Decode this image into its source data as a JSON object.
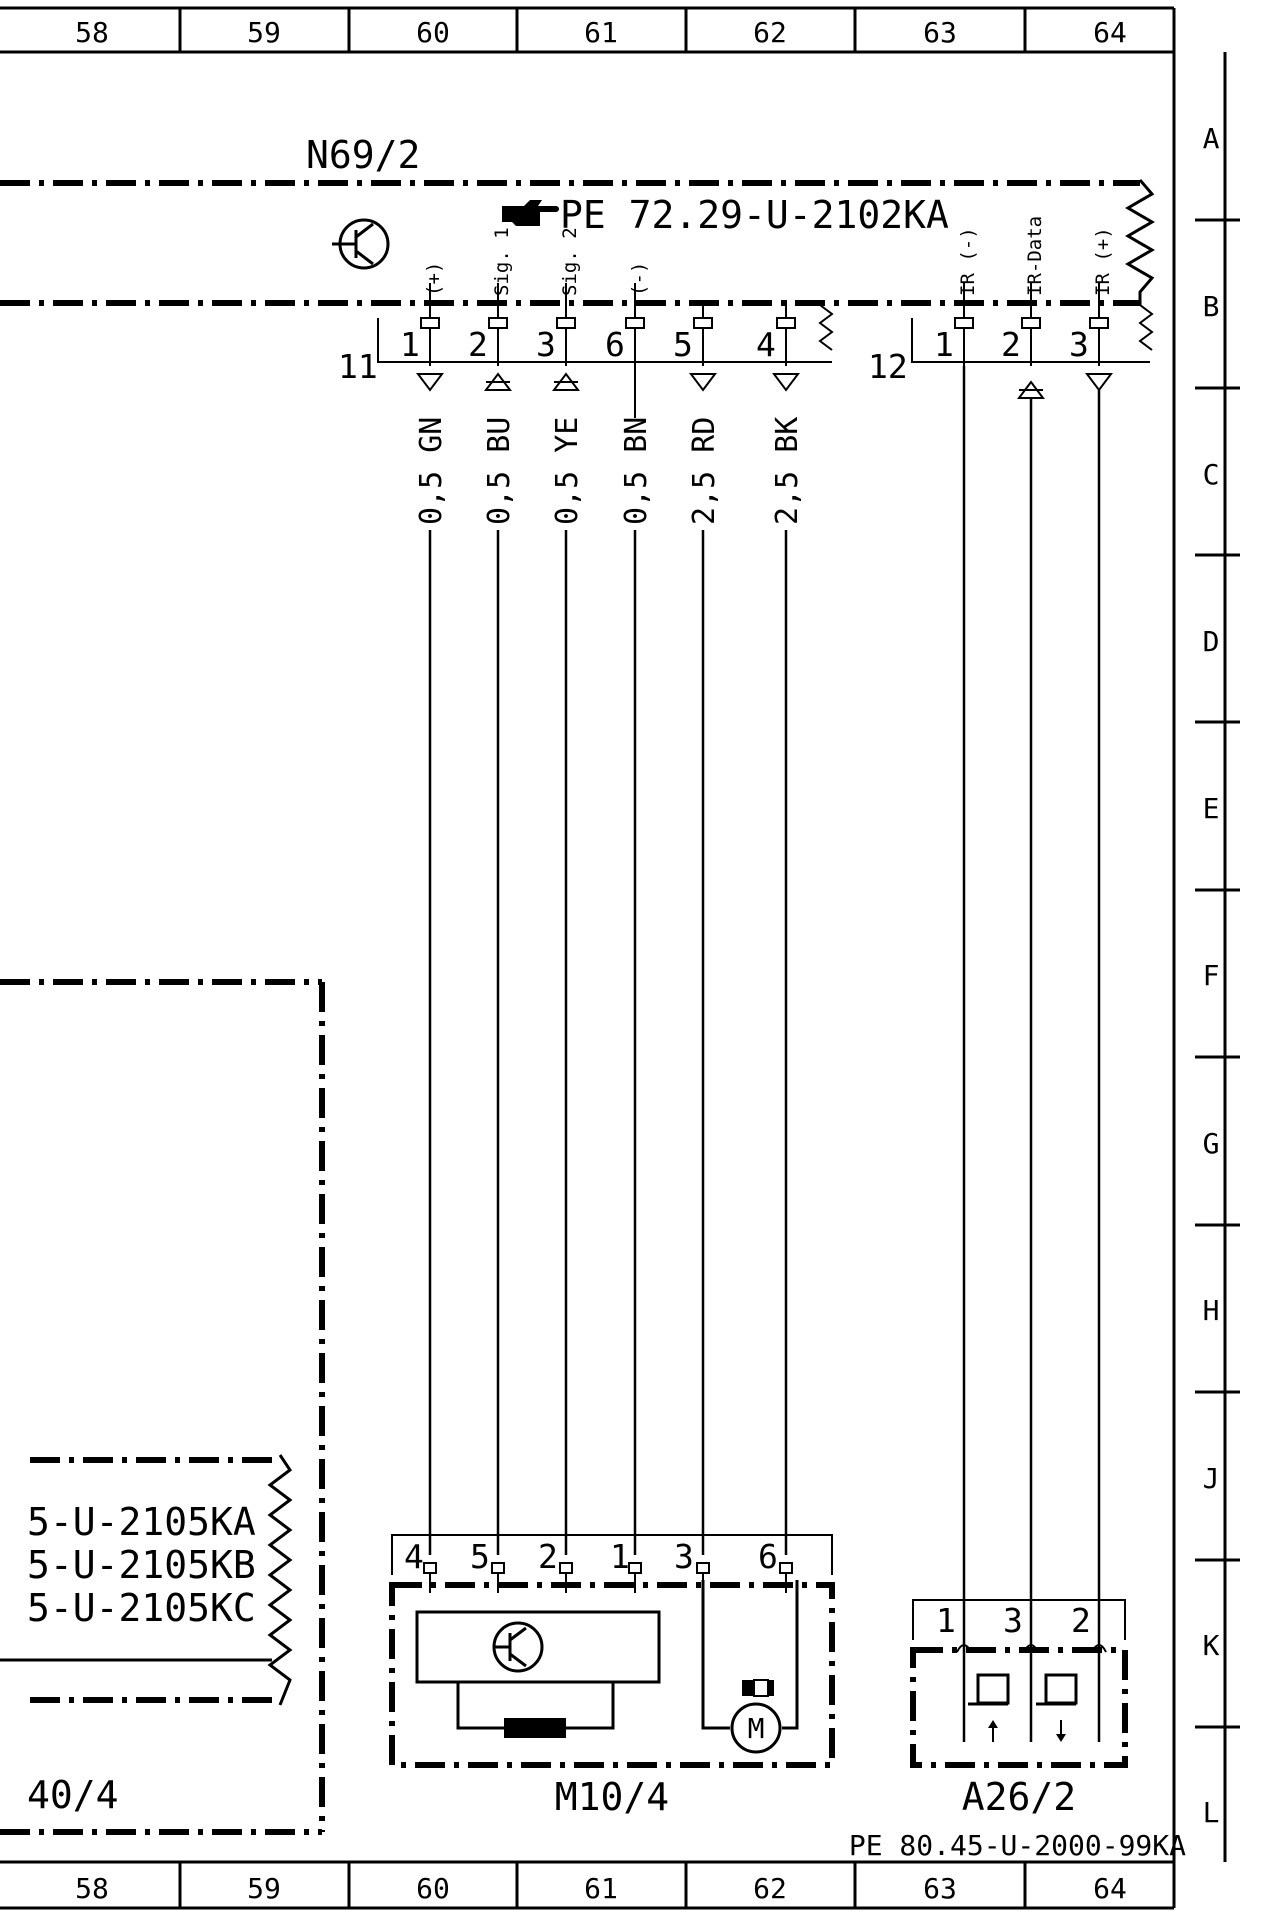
{
  "grid": {
    "columns": [
      "58",
      "59",
      "60",
      "61",
      "62",
      "63",
      "64"
    ],
    "rows": [
      "A",
      "B",
      "C",
      "D",
      "E",
      "F",
      "G",
      "H",
      "J",
      "K",
      "L"
    ]
  },
  "control_unit": {
    "name": "N69/2",
    "reference": "PE 72.29-U-2102KA",
    "connector_11": {
      "id": "11",
      "pins": [
        {
          "num": "1",
          "signal": "(+)"
        },
        {
          "num": "2",
          "signal": "Sig. 1"
        },
        {
          "num": "3",
          "signal": "Sig. 2"
        },
        {
          "num": "6",
          "signal": "(-)"
        },
        {
          "num": "5",
          "signal": ""
        },
        {
          "num": "4",
          "signal": ""
        }
      ]
    },
    "connector_12": {
      "id": "12",
      "pins": [
        {
          "num": "1",
          "signal": "IR (-)"
        },
        {
          "num": "2",
          "signal": "IR-Data"
        },
        {
          "num": "3",
          "signal": "IR (+)"
        }
      ]
    }
  },
  "wires": [
    {
      "label": "0,5 GN"
    },
    {
      "label": "0,5 BU"
    },
    {
      "label": "0,5 YE"
    },
    {
      "label": "0,5 BN"
    },
    {
      "label": "2,5 RD"
    },
    {
      "label": "2,5 BK"
    }
  ],
  "motor_unit": {
    "name": "M10/4",
    "pins": [
      "4",
      "5",
      "2",
      "1",
      "3",
      "6"
    ],
    "motor_symbol": "M"
  },
  "ir_sensor": {
    "name": "A26/2",
    "pins": [
      "1",
      "3",
      "2"
    ]
  },
  "left_component": {
    "refs": [
      "5-U-2105KA",
      "5-U-2105KB",
      "5-U-2105KC"
    ],
    "name": "40/4"
  },
  "page_reference": "PE 80.45-U-2000-99KA"
}
